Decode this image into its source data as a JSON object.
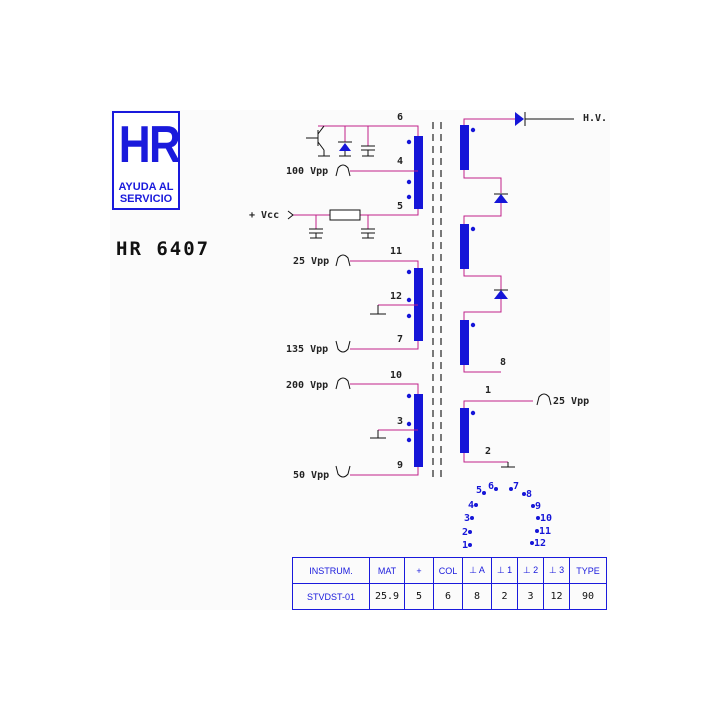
{
  "logo": {
    "mark": "HR",
    "line1": "AYUDA AL",
    "line2": "SERVICIO"
  },
  "model": "HR 6407",
  "inputs": {
    "vcc": "+ Vcc",
    "hv": "H.V."
  },
  "signals": {
    "s100": "100 Vpp",
    "s25a": "25 Vpp",
    "s135": "135 Vpp",
    "s200": "200 Vpp",
    "s50": "50 Vpp",
    "s25b": "25 Vpp"
  },
  "pins": {
    "p6": "6",
    "p4": "4",
    "p5": "5",
    "p11": "11",
    "p12": "12",
    "p7": "7",
    "p10": "10",
    "p3": "3",
    "p9": "9",
    "p8": "8",
    "p1": "1",
    "p2": "2"
  },
  "socket": [
    "1",
    "2",
    "3",
    "4",
    "5",
    "6",
    "7",
    "8",
    "9",
    "10",
    "11",
    "12"
  ],
  "table": {
    "headers": [
      "INSTRUM.",
      "MAT",
      "+",
      "COL",
      "⊥ A",
      "⊥ 1",
      "⊥ 2",
      "⊥ 3",
      "TYPE"
    ],
    "values": [
      "STVDST-01",
      "25.9",
      "5",
      "6",
      "8",
      "2",
      "3",
      "12",
      "90"
    ]
  },
  "colors": {
    "blue": "#1515d8",
    "wire": "#c0208a",
    "ink": "#111111"
  }
}
